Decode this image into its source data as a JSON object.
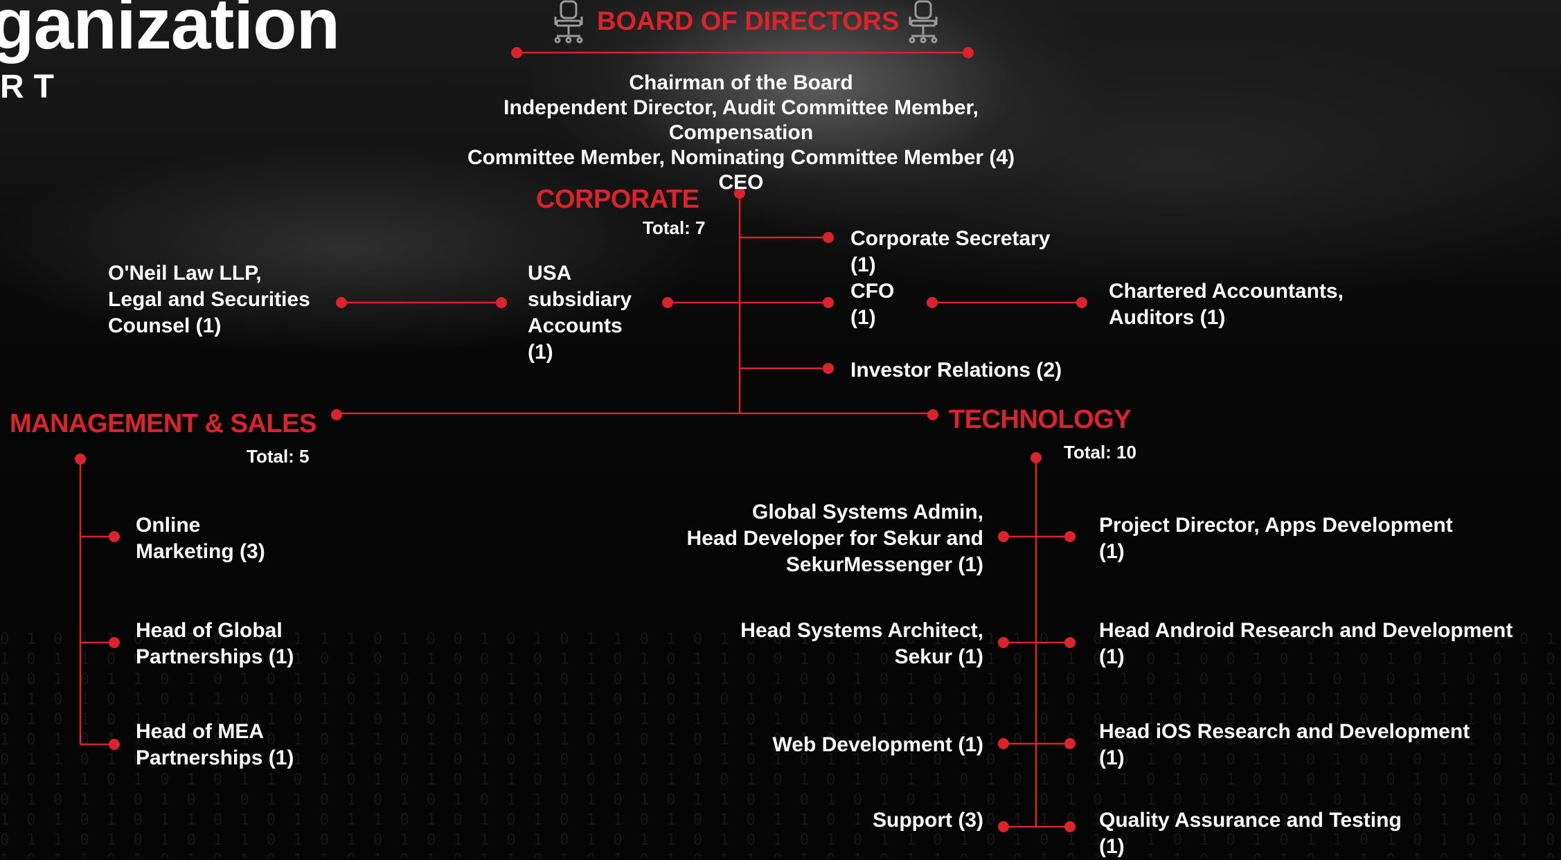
{
  "title": {
    "main": "ganization",
    "sub": "RT"
  },
  "board": {
    "heading": "BOARD OF DIRECTORS",
    "members": [
      "Chairman of the Board",
      "Independent Director, Audit Committee Member, Compensation",
      "Committee Member, Nominating Committee Member (4)",
      "CEO"
    ]
  },
  "corporate": {
    "heading": "CORPORATE",
    "total": "Total: 7",
    "corporate_secretary": [
      "Corporate Secretary",
      "(1)"
    ],
    "cfo": [
      "CFO",
      "(1)"
    ],
    "investor_relations": "Investor Relations  (2)",
    "chartered_accountants": [
      "Chartered Accountants,",
      "Auditors (1)"
    ],
    "usa_subsidiary": [
      "USA",
      "subsidiary",
      "Accounts",
      "(1)"
    ],
    "oneil_law": [
      "O'Neil Law LLP,",
      "Legal and Securities",
      "Counsel (1)"
    ]
  },
  "management": {
    "heading": "MANAGEMENT & SALES",
    "total": "Total: 5",
    "online_marketing": [
      "Online",
      "Marketing  (3)"
    ],
    "global_partnerships": [
      "Head of  Global",
      "Partnerships (1)"
    ],
    "mea_partnerships": [
      "Head of  MEA",
      "Partnerships  (1)"
    ]
  },
  "technology": {
    "heading": "TECHNOLOGY",
    "total": "Total: 10",
    "left": {
      "global_systems_admin": [
        "Global Systems Admin,",
        "Head Developer for Sekur and",
        "SekurMessenger (1)"
      ],
      "head_systems_architect": [
        "Head Systems Architect,",
        "Sekur (1)"
      ],
      "web_development": "Web Development (1)",
      "support": "Support (3)"
    },
    "right": {
      "project_director": [
        "Project Director, Apps Development",
        "(1)"
      ],
      "head_android": [
        "Head Android Research and Development",
        "(1)"
      ],
      "head_ios": [
        "Head iOS Research and Development",
        "(1)"
      ],
      "qa": [
        "Quality Assurance and Testing",
        "(1)"
      ]
    }
  },
  "colors": {
    "accent": "#d9242c",
    "text": "#ffffff",
    "background": "#050505"
  },
  "icons": [
    "office-chair-icon"
  ]
}
